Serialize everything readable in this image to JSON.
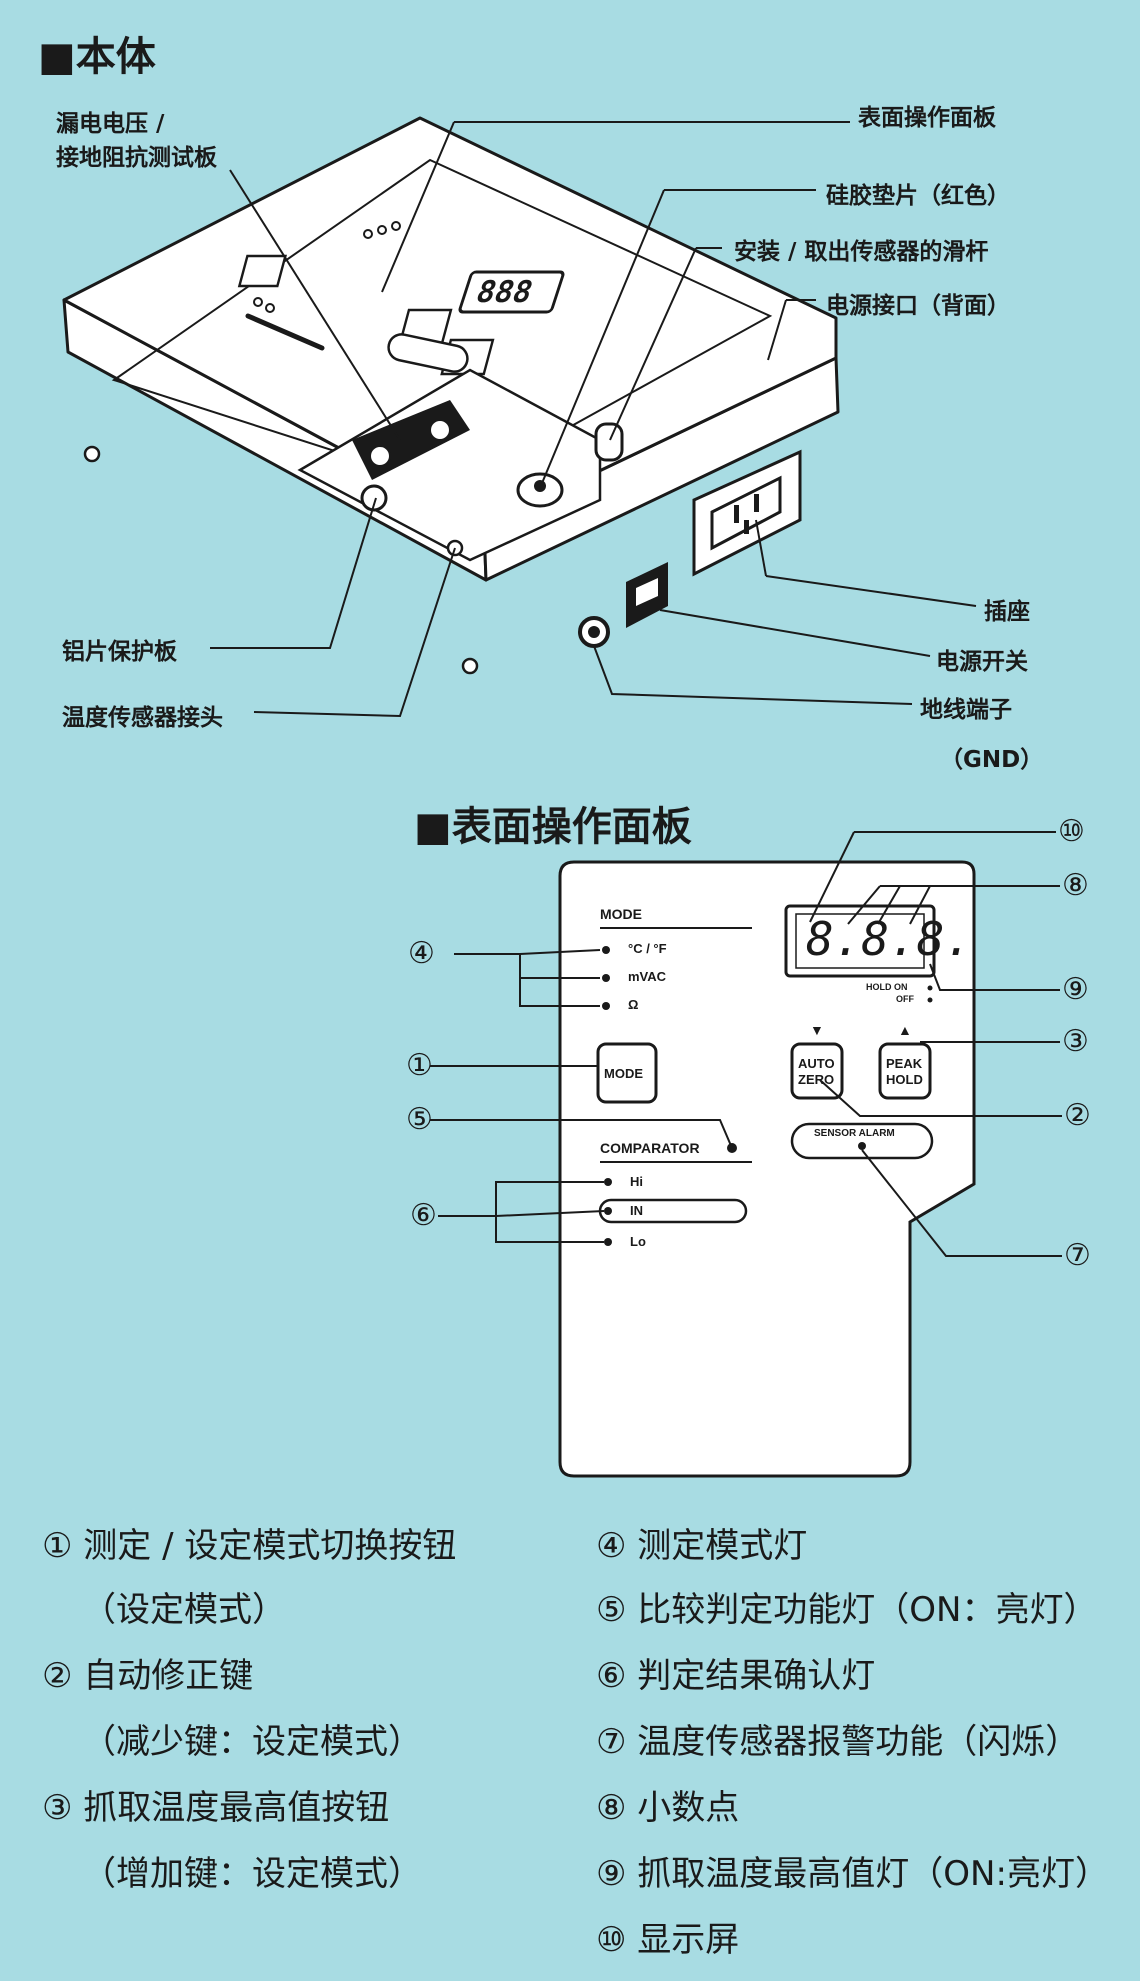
{
  "section_body": {
    "title": "■本体",
    "labels": {
      "leak_test_line1": "漏电电压 /",
      "leak_test_line2": "接地阻抗测试板",
      "panel": "表面操作面板",
      "silicone_pad": "硅胶垫片（红色）",
      "slider": "安装 / 取出传感器的滑杆",
      "power_port": "电源接口（背面）",
      "socket": "插座",
      "power_switch": "电源开关",
      "ground_terminal": "地线端子",
      "ground_gnd": "（GND）",
      "aluminum_plate": "铝片保护板",
      "temp_connector": "温度传感器接头"
    }
  },
  "section_panel": {
    "title": "■表面操作面板",
    "panel": {
      "mode_header": "MODE",
      "mode_items": [
        "°C / °F",
        "mVAC",
        "Ω"
      ],
      "mode_button": "MODE",
      "comparator_header": "COMPARATOR",
      "comparator_items": [
        "Hi",
        "IN",
        "Lo"
      ],
      "display": "8.8.8.",
      "hold_on": "HOLD ON",
      "hold_off": "OFF",
      "auto_zero_line1": "AUTO",
      "auto_zero_line2": "ZERO",
      "peak_hold_line1": "PEAK",
      "peak_hold_line2": "HOLD",
      "sensor_alarm": "SENSOR ALARM",
      "down_arrow": "▼",
      "up_arrow": "▲"
    },
    "callouts": [
      "①",
      "②",
      "③",
      "④",
      "⑤",
      "⑥",
      "⑦",
      "⑧",
      "⑨",
      "⑩"
    ]
  },
  "legend": {
    "left": [
      "① 测定 / 设定模式切换按钮",
      "（设定模式）",
      "② 自动修正键",
      "（减少键：设定模式）",
      "③ 抓取温度最高值按钮",
      "（增加键：设定模式）"
    ],
    "right": [
      "④ 测定模式灯",
      "⑤ 比较判定功能灯（ON：亮灯）",
      "⑥ 判定结果确认灯",
      "⑦ 温度传感器报警功能（闪烁）",
      "⑧ 小数点",
      "⑨ 抓取温度最高值灯（ON:亮灯）",
      "⑩ 显示屏"
    ]
  },
  "colors": {
    "background": "#a8dce3",
    "ink": "#1a1a1a",
    "device": "#ffffff"
  }
}
